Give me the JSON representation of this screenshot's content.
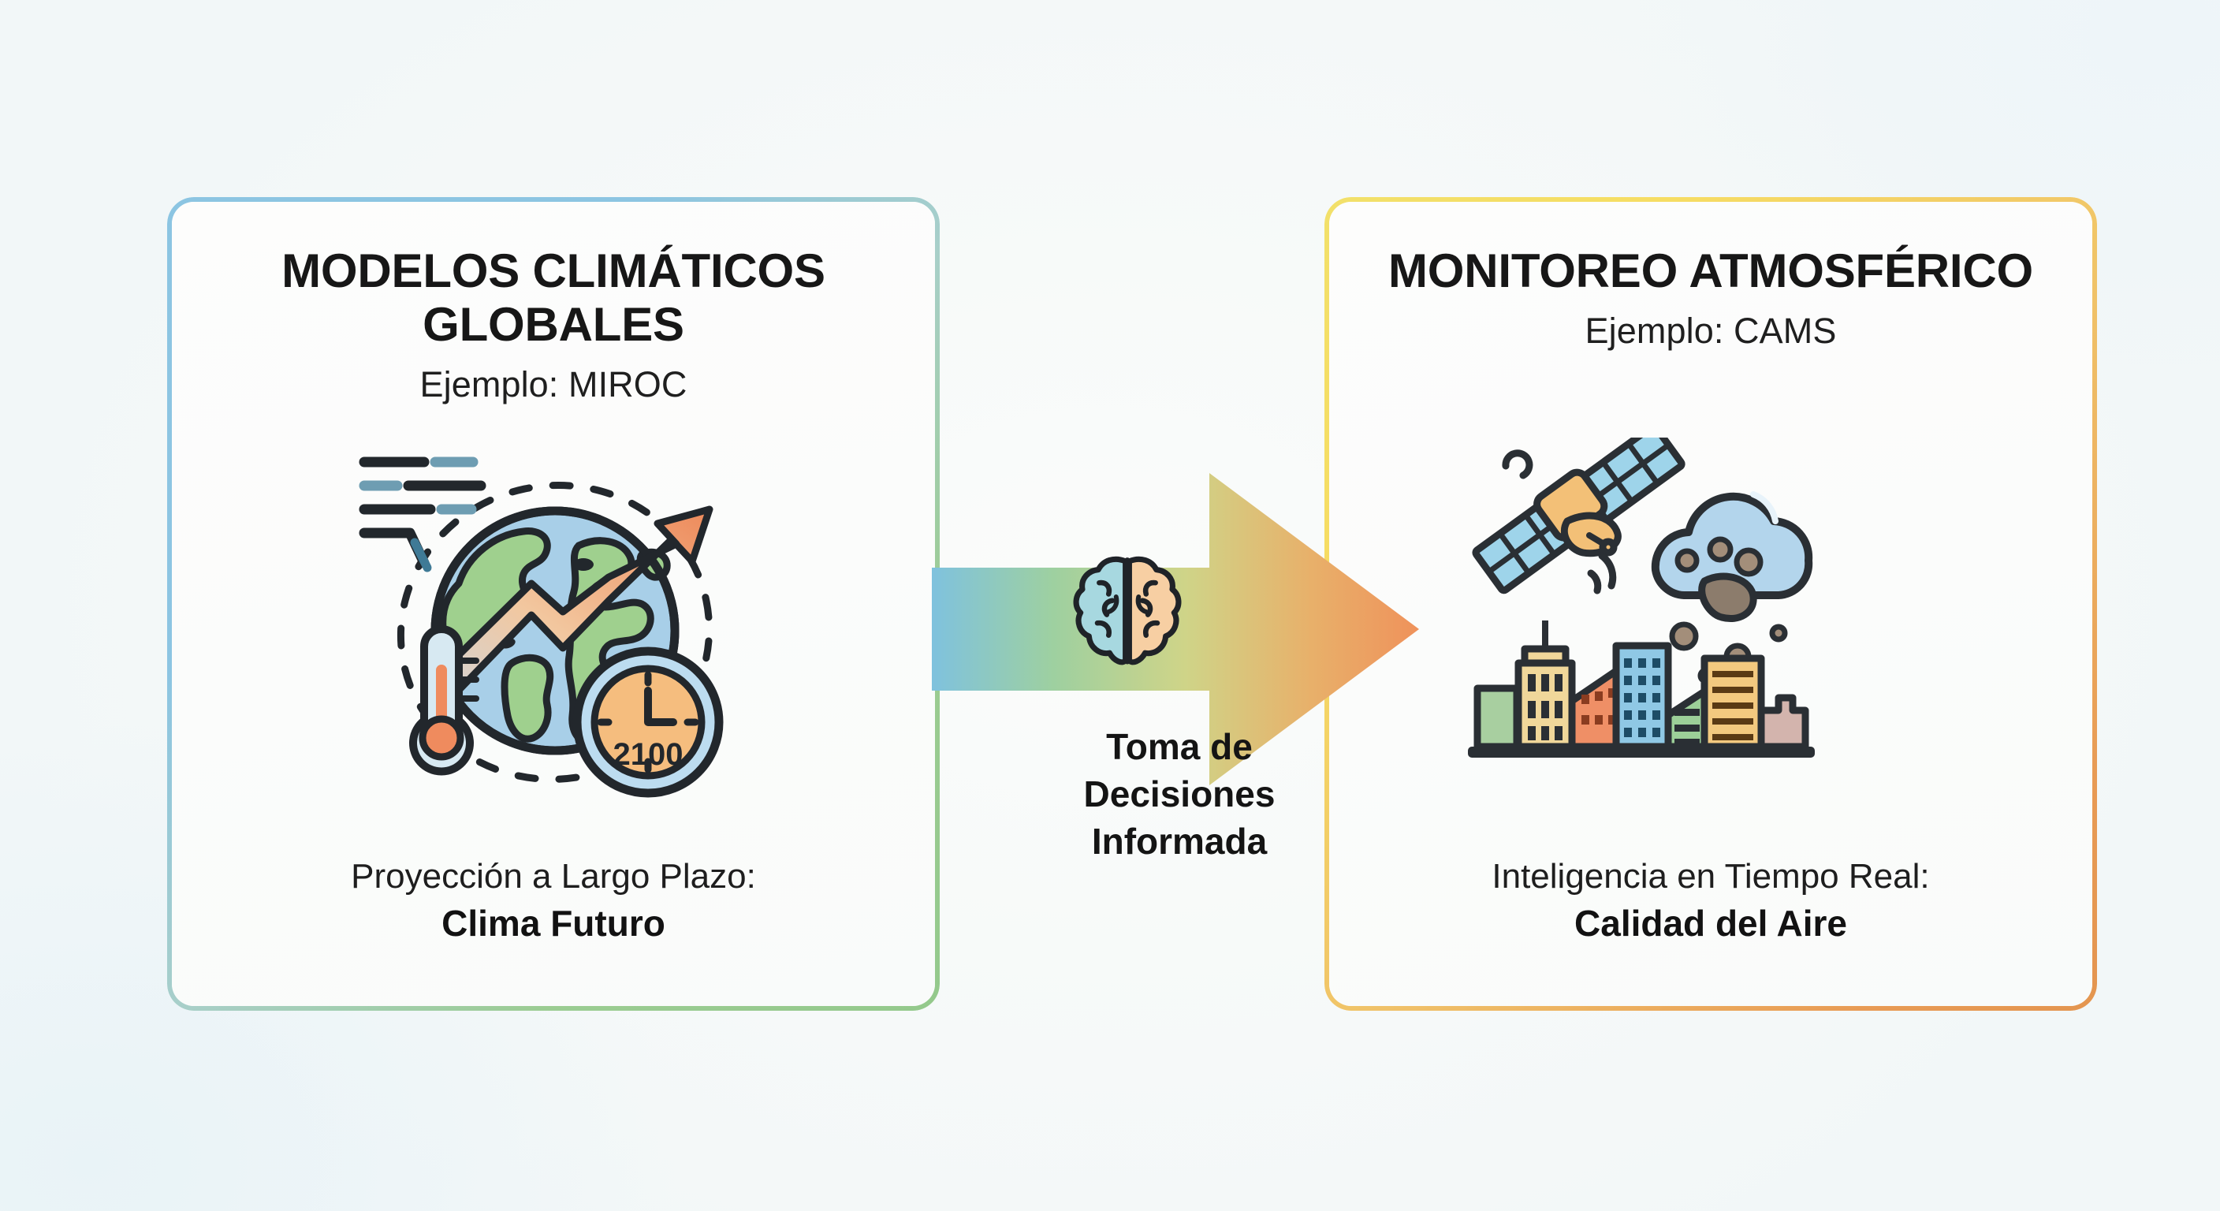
{
  "background": {
    "base_color": "#f4f8f9",
    "tint_top_right": "#eef5f9",
    "tint_bottom_left": "#e9f3f7"
  },
  "left_card": {
    "title": "MODELOS CLIMÁTICOS GLOBALES",
    "example": "Ejemplo: MIROC",
    "footer_label": "Proyección a Largo Plazo:",
    "footer_value": "Clima Futuro",
    "border_start_color": "#8cc5e2",
    "border_end_color": "#94c98c",
    "icon_name": "climate-globe-icon",
    "icon_parts": {
      "clock_year": "2100",
      "globe_land_color": "#9fd08e",
      "globe_ocean_color": "#a8cfe8",
      "trend_arrow_color": "#ef8b5e",
      "thermometer_color": "#ef8b5e",
      "clock_face_color": "#f5bd7e",
      "clock_rim_color": "#b9d9ee",
      "orbit_style": "dashed"
    }
  },
  "right_card": {
    "title": "MONITOREO ATMOSFÉRICO",
    "example": "Ejemplo: CAMS",
    "footer_label": "Inteligencia en Tiempo Real:",
    "footer_value": "Calidad del Aire",
    "border_start_color": "#f2e06a",
    "border_end_color": "#e49550",
    "icon_name": "air-quality-monitoring-icon",
    "icon_parts": {
      "satellite_body_color": "#f3c077",
      "satellite_panel_color": "#9ed4ea",
      "cloud_color": "#b3d5ec",
      "pollution_color": "#8c7c6c",
      "building_colors": [
        "#a8cfa0",
        "#f0d79a",
        "#ef8f66",
        "#8fc8e5",
        "#9ccf98",
        "#f3c97f",
        "#d3b4ad"
      ]
    }
  },
  "connector": {
    "icon_name": "brain-icon",
    "label_line1": "Toma de",
    "label_line2": "Decisiones",
    "label_line3": "Informada",
    "arrow_gradient_stops": [
      "#7fc2de",
      "#9ed0a0",
      "#cfd488",
      "#e8b06a",
      "#ef925b"
    ],
    "brain_left_color": "#a7d8e0",
    "brain_right_color": "#f7cfa3",
    "brain_outline_color": "#1f2328",
    "direction": "left-to-right"
  }
}
